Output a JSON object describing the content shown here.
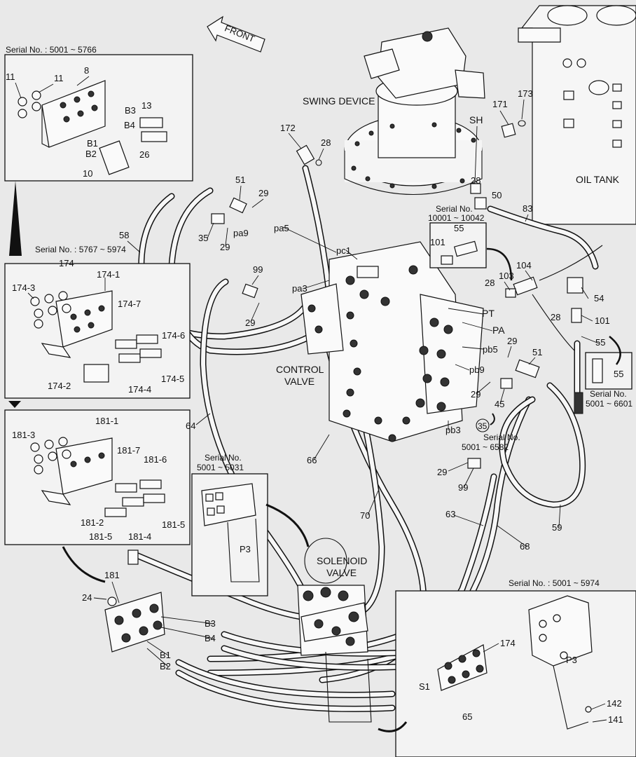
{
  "headings": {
    "front": "FRONT",
    "swing_device": "SWING DEVICE",
    "oil_tank": "OIL TANK",
    "control_valve_1": "CONTROL",
    "control_valve_2": "VALVE",
    "solenoid_valve_1": "SOLENOID",
    "solenoid_valve_2": "VALVE"
  },
  "serial_notes": {
    "box1": "Serial No. : 5001 ~ 5766",
    "box2": "Serial No. : 5767 ~ 5974",
    "box_p3_a": "Serial No.",
    "box_p3_b": "5001 ~ 5031",
    "box_101_a": "Serial No.",
    "box_101_b": "10001 ~ 10042",
    "box_55_a": "Serial No.",
    "box_55_b": "5001 ~ 6601",
    "note_35_a": "Serial No.",
    "note_35_b": "5001 ~ 6582",
    "box_br": "Serial No. : 5001 ~ 5974"
  },
  "ports": {
    "sh": "SH",
    "pt": "PT",
    "pa": "PA",
    "pa3": "pa3",
    "pa5": "pa5",
    "pa9": "pa9",
    "pc1": "pc1",
    "pb3": "pb3",
    "pb5": "pb5",
    "pb9": "pb9",
    "b1": "B1",
    "b2": "B2",
    "b3": "B3",
    "b4": "B4",
    "p3": "P3",
    "s1": "S1"
  },
  "part_numbers": {
    "p8": "8",
    "p10": "10",
    "p11a": "11",
    "p11b": "11",
    "p13": "13",
    "p26": "26",
    "p172": "172",
    "p28a": "28",
    "p28b": "28",
    "p28c": "28",
    "p28d": "28",
    "p171": "171",
    "p173": "173",
    "p50": "50",
    "p83": "83",
    "p51a": "51",
    "p51b": "51",
    "p29a": "29",
    "p29b": "29",
    "p29c": "29",
    "p29d": "29",
    "p29e": "29",
    "p29f": "29",
    "p35": "35",
    "p35c": "35",
    "p58": "58",
    "p99a": "99",
    "p99b": "99",
    "p55a": "55",
    "p55b": "55",
    "p55c": "55",
    "p101a": "101",
    "p101b": "101",
    "p103": "103",
    "p104": "104",
    "p54": "54",
    "p174": "174",
    "p174_1": "174-1",
    "p174_2": "174-2",
    "p174_3": "174-3",
    "p174_4": "174-4",
    "p174_5": "174-5",
    "p174_6": "174-6",
    "p174_7": "174-7",
    "p174b": "174",
    "p181": "181",
    "p181_1": "181-1",
    "p181_2": "181-2",
    "p181_3": "181-3",
    "p181_4": "181-4",
    "p181_5a": "181-5",
    "p181_5b": "181-5",
    "p181_6": "181-6",
    "p181_7": "181-7",
    "p45": "45",
    "p59": "59",
    "p63": "63",
    "p64": "64",
    "p65": "65",
    "p66": "66",
    "p68": "68",
    "p70": "70",
    "p24": "24",
    "p141": "141",
    "p142": "142"
  }
}
